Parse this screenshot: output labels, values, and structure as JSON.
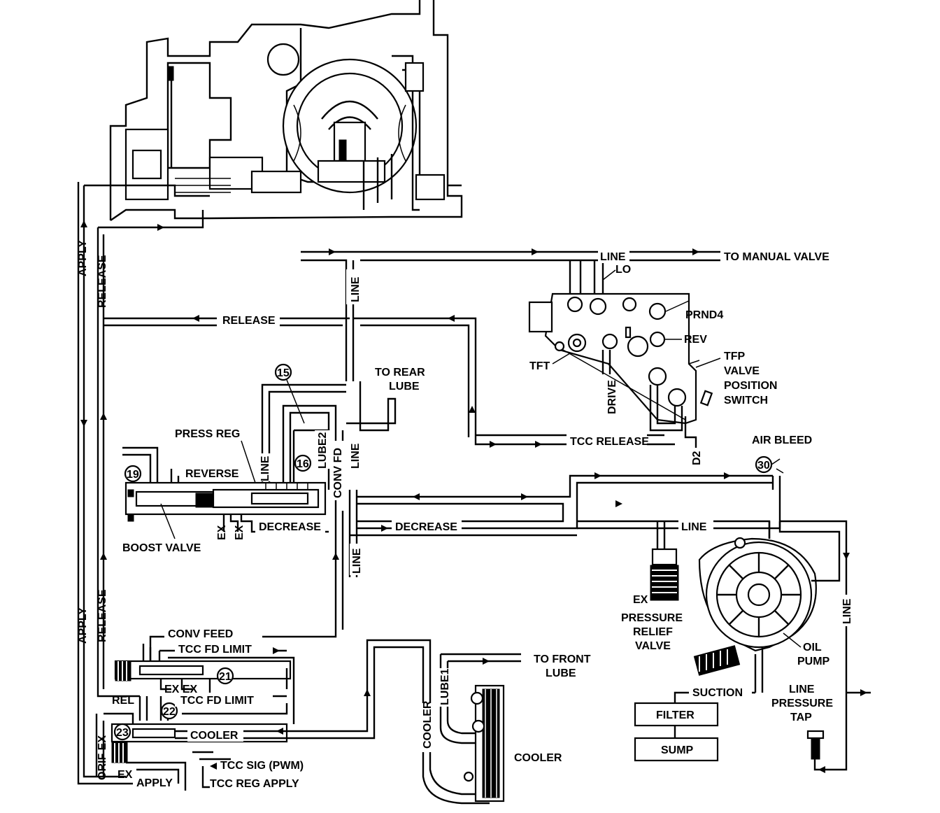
{
  "labels": {
    "apply_left": "APPLY",
    "release_left": "RELEASE",
    "apply_left_low": "APPLY",
    "release_left_low": "RELEASE",
    "release_top": "RELEASE",
    "line_top": "LINE",
    "to_manual_valve": "TO MANUAL VALVE",
    "lo": "LO",
    "prnd4": "PRND4",
    "rev": "REV",
    "tft": "TFT",
    "drive": "DRIVE",
    "d2": "D2",
    "tfp_valve_position_switch": [
      "TFP",
      "VALVE",
      "POSITION",
      "SWITCH"
    ],
    "line_vertical_1": "LINE",
    "line_vertical_2": "LINE",
    "line_vertical_3": "LINE",
    "line_vertical_4": "LINE",
    "to_rear_lube": [
      "TO REAR",
      "LUBE"
    ],
    "tcc_release": "TCC RELEASE",
    "press_reg": "PRESS REG",
    "reverse": "REVERSE",
    "boost_valve": "BOOST VALVE",
    "lube2": "LUBE2",
    "conv_fd": "CONV FD",
    "decrease_1": "DECREASE",
    "decrease_2": "DECREASE",
    "ex_1": "EX",
    "ex_2": "EX",
    "line_mid": "LINE",
    "air_bleed": "AIR BLEED",
    "ex_relief": "EX",
    "pressure_relief_valve": [
      "PRESSURE",
      "RELIEF",
      "VALVE"
    ],
    "oil_pump": [
      "OIL",
      "PUMP"
    ],
    "suction": "SUCTION",
    "filter": "FILTER",
    "sump": "SUMP",
    "line_pressure_tap": [
      "LINE",
      "PRESSURE",
      "TAP"
    ],
    "conv_feed": "CONV FEED",
    "tcc_fd_limit_1": "TCC FD LIMIT",
    "tcc_fd_limit_2": "TCC FD LIMIT",
    "ex_ex": "EX EX",
    "rel": "REL",
    "cooler_line": "COOLER",
    "orif_ex": "ORIF EX",
    "ex_bottom": "EX",
    "apply_bottom": "APPLY",
    "tcc_sig_pwm": "TCC SIG (PWM)",
    "tcc_reg_apply": "TCC REG APPLY",
    "to_front_lube": [
      "TO FRONT",
      "LUBE"
    ],
    "lube1": "LUBE1",
    "cooler_vertical": "COOLER",
    "cooler_label": "COOLER"
  },
  "checkballs": [
    "15",
    "16",
    "19",
    "21",
    "22",
    "23",
    "30"
  ]
}
